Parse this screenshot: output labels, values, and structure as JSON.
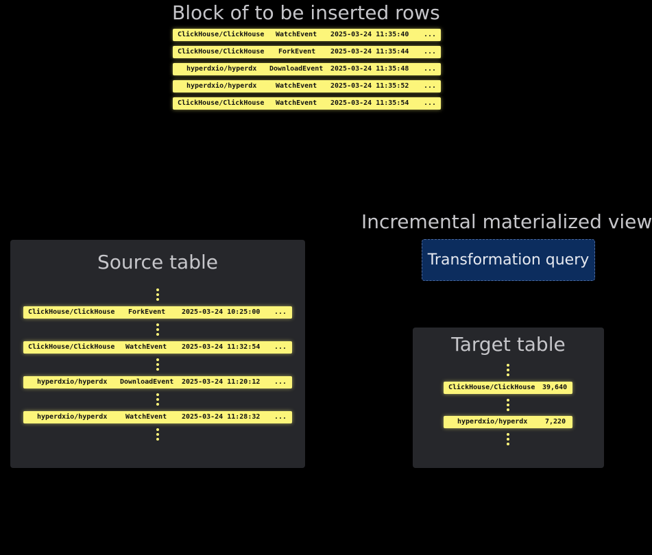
{
  "block": {
    "title": "Block of to be inserted rows",
    "rows": [
      {
        "repo": "ClickHouse/ClickHouse",
        "event": "WatchEvent",
        "time": "2025-03-24 11:35:40",
        "more": "..."
      },
      {
        "repo": "ClickHouse/ClickHouse",
        "event": "ForkEvent",
        "time": "2025-03-24 11:35:44",
        "more": "..."
      },
      {
        "repo": "hyperdxio/hyperdx",
        "event": "DownloadEvent",
        "time": "2025-03-24 11:35:48",
        "more": "..."
      },
      {
        "repo": "hyperdxio/hyperdx",
        "event": "WatchEvent",
        "time": "2025-03-24 11:35:52",
        "more": "..."
      },
      {
        "repo": "ClickHouse/ClickHouse",
        "event": "WatchEvent",
        "time": "2025-03-24 11:35:54",
        "more": "..."
      }
    ]
  },
  "mv": {
    "title": "Incremental materialized view",
    "query_label": "Transformation query"
  },
  "source": {
    "title": "Source table",
    "rows": [
      {
        "repo": "ClickHouse/ClickHouse",
        "event": "ForkEvent",
        "time": "2025-03-24 10:25:00",
        "more": "..."
      },
      {
        "repo": "ClickHouse/ClickHouse",
        "event": "WatchEvent",
        "time": "2025-03-24 11:32:54",
        "more": "..."
      },
      {
        "repo": "hyperdxio/hyperdx",
        "event": "DownloadEvent",
        "time": "2025-03-24 11:20:12",
        "more": "..."
      },
      {
        "repo": "hyperdxio/hyperdx",
        "event": "WatchEvent",
        "time": "2025-03-24 11:28:32",
        "more": "..."
      }
    ]
  },
  "target": {
    "title": "Target table",
    "rows": [
      {
        "repo": "ClickHouse/ClickHouse",
        "count": "39,640"
      },
      {
        "repo": "hyperdxio/hyperdx",
        "count": "7,220"
      }
    ]
  },
  "colors": {
    "row_fill": "#fcf57a",
    "panel": "#26272b",
    "query_fill": "#0c2d5e"
  }
}
